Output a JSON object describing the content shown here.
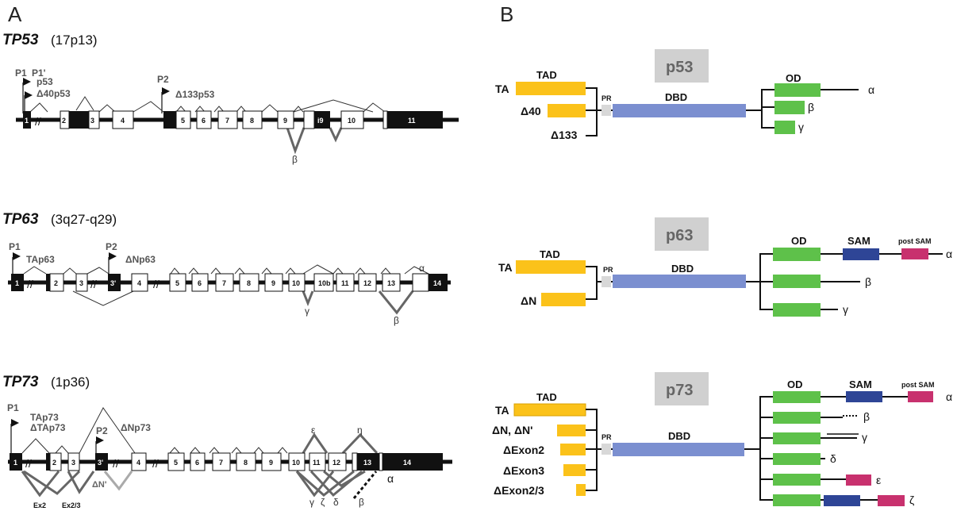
{
  "panel_a": {
    "label": "A",
    "genes": [
      {
        "name": "TP53",
        "location": "(17p13)",
        "promoters": [
          "P1",
          "P1'",
          "P2"
        ],
        "isoforms": [
          "p53",
          "Δ40p53",
          "Δ133p53"
        ],
        "exons": [
          "1",
          "2",
          "3",
          "4",
          "5",
          "6",
          "7",
          "8",
          "9",
          "i9",
          "10",
          "11"
        ],
        "splice_labels": [
          "β"
        ]
      },
      {
        "name": "TP63",
        "location": "(3q27-q29)",
        "promoters": [
          "P1",
          "P2"
        ],
        "isoforms": [
          "TAp63",
          "ΔNp63"
        ],
        "exons": [
          "1",
          "2",
          "3",
          "3'",
          "4",
          "5",
          "6",
          "7",
          "8",
          "9",
          "10",
          "10b",
          "11",
          "12",
          "13",
          "14"
        ],
        "splice_labels": [
          "α",
          "γ",
          "β"
        ]
      },
      {
        "name": "TP73",
        "location": "(1p36)",
        "promoters": [
          "P1",
          "P2"
        ],
        "isoforms": [
          "TAp73",
          "ΔTAp73",
          "ΔNp73",
          "ΔN'"
        ],
        "exons": [
          "1",
          "2",
          "3",
          "3'",
          "4",
          "5",
          "6",
          "7",
          "8",
          "9",
          "10",
          "11",
          "12",
          "13",
          "14"
        ],
        "splice_labels": [
          "ε",
          "η",
          "α",
          "γ",
          "ζ",
          "δ",
          "β"
        ],
        "deletion_labels": [
          "Ex2",
          "Ex2/3"
        ]
      }
    ]
  },
  "panel_b": {
    "label": "B",
    "proteins": [
      {
        "name": "p53",
        "domains": [
          "TAD",
          "PR",
          "DBD",
          "OD"
        ],
        "n_terminal": [
          "TA",
          "Δ40",
          "Δ133"
        ],
        "c_terminal": [
          "α",
          "β",
          "γ"
        ]
      },
      {
        "name": "p63",
        "domains": [
          "TAD",
          "PR",
          "DBD",
          "OD",
          "SAM",
          "post SAM"
        ],
        "n_terminal": [
          "TA",
          "ΔN"
        ],
        "c_terminal": [
          "α",
          "β",
          "γ"
        ]
      },
      {
        "name": "p73",
        "domains": [
          "TAD",
          "PR",
          "DBD",
          "OD",
          "SAM",
          "post SAM"
        ],
        "n_terminal": [
          "TA",
          "ΔN, ΔN'",
          "ΔExon2",
          "ΔExon3",
          "ΔExon2/3"
        ],
        "c_terminal": [
          "α",
          "β",
          "γ",
          "δ",
          "ε",
          "ζ"
        ]
      }
    ],
    "colors": {
      "tad": "#fbc21a",
      "pr": "#d8d8d8",
      "dbd": "#7b8fd0",
      "od": "#5ec14a",
      "sam": "#2e4596",
      "post_sam": "#c8316e",
      "protein_box": "#d0d0d0"
    }
  }
}
